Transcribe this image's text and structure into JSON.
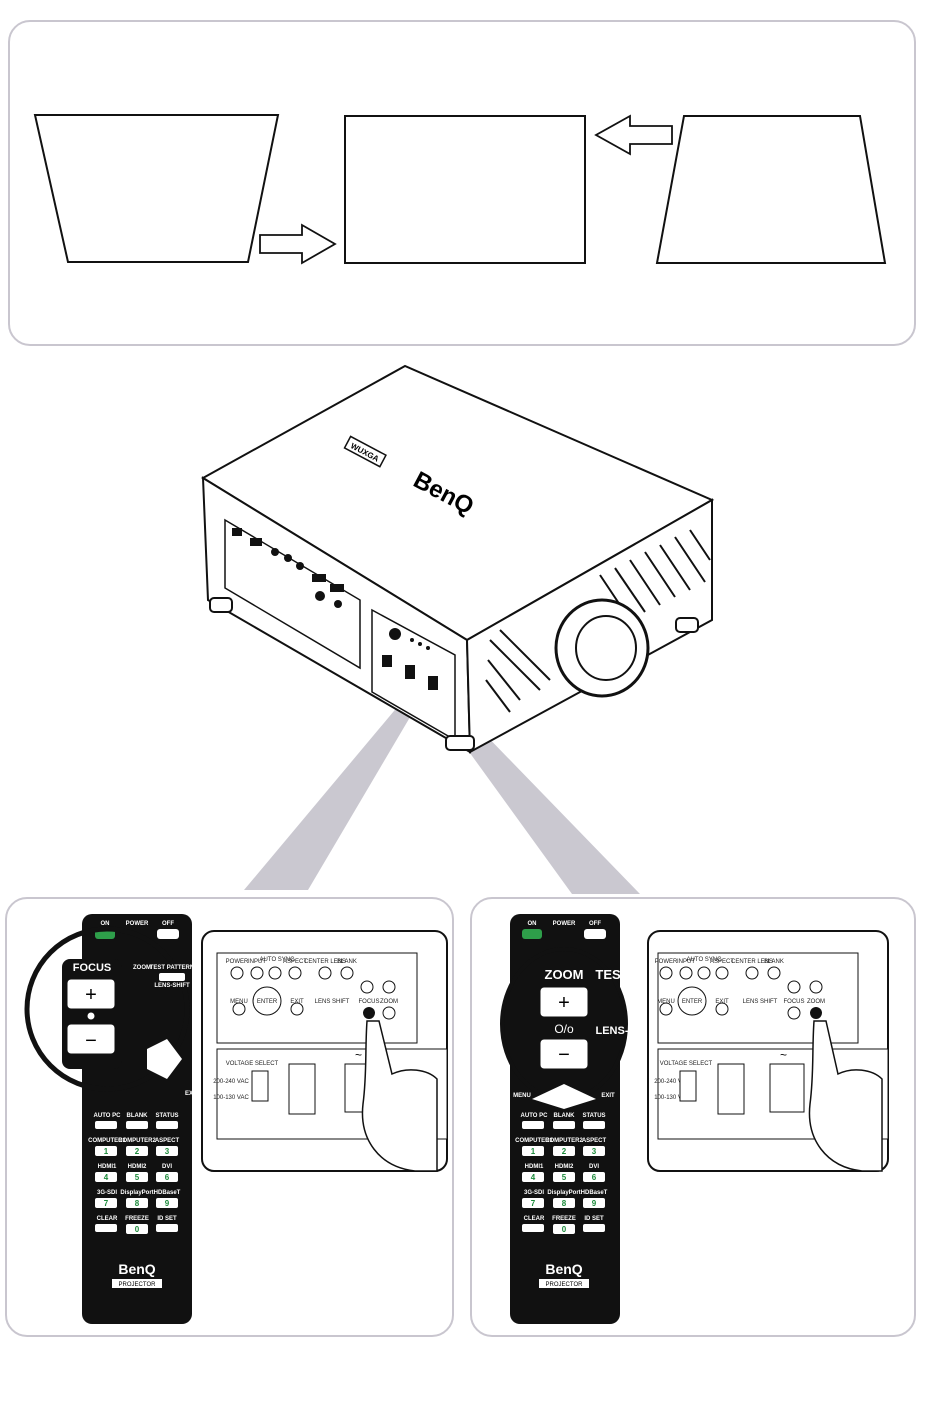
{
  "projector": {
    "model_label": "WUXGA",
    "brand_text": "BenQ"
  },
  "remote": {
    "on": "ON",
    "power": "POWER",
    "off": "OFF",
    "focus": "FOCUS",
    "zoom": "ZOOM",
    "test_pattern": "TEST PATTERN",
    "test": "TEST",
    "lens_shift": "LENS-SHIFT",
    "lens_short": "LENS-",
    "plus": "+",
    "minus": "−",
    "slash": "O/o",
    "exit": "EXIT",
    "menu": "MENU",
    "auto_pc": "AUTO PC",
    "blank": "BLANK",
    "status": "STATUS",
    "computer1": "COMPUTER1",
    "computer2": "COMPUTER2",
    "aspect": "ASPECT",
    "hdmi1": "HDMI1",
    "hdmi2": "HDMI2",
    "dvi": "DVI",
    "sdi": "3G-SDI",
    "displayport": "DisplayPort",
    "hdbaset": "HDBaseT",
    "clear": "CLEAR",
    "freeze": "FREEZE",
    "id_set": "ID SET",
    "nums": [
      "1",
      "2",
      "3",
      "4",
      "5",
      "6",
      "7",
      "8",
      "9",
      "0"
    ],
    "brand": "BenQ",
    "sub": "PROJECTOR"
  },
  "control_panel": {
    "power": "POWER",
    "input": "INPUT",
    "auto_sync": "AUTO SYNC",
    "aspect": "ASPECT",
    "center_lens": "CENTER LENS",
    "blank": "BLANK",
    "menu": "MENU",
    "enter": "ENTER",
    "exit": "EXIT",
    "lens_shift": "LENS SHIFT",
    "focus": "FOCUS",
    "zoom": "ZOOM",
    "voltage": "VOLTAGE SELECT",
    "v_high": "200-240 VAC",
    "v_low": "100-130 VAC",
    "ac": "~"
  }
}
